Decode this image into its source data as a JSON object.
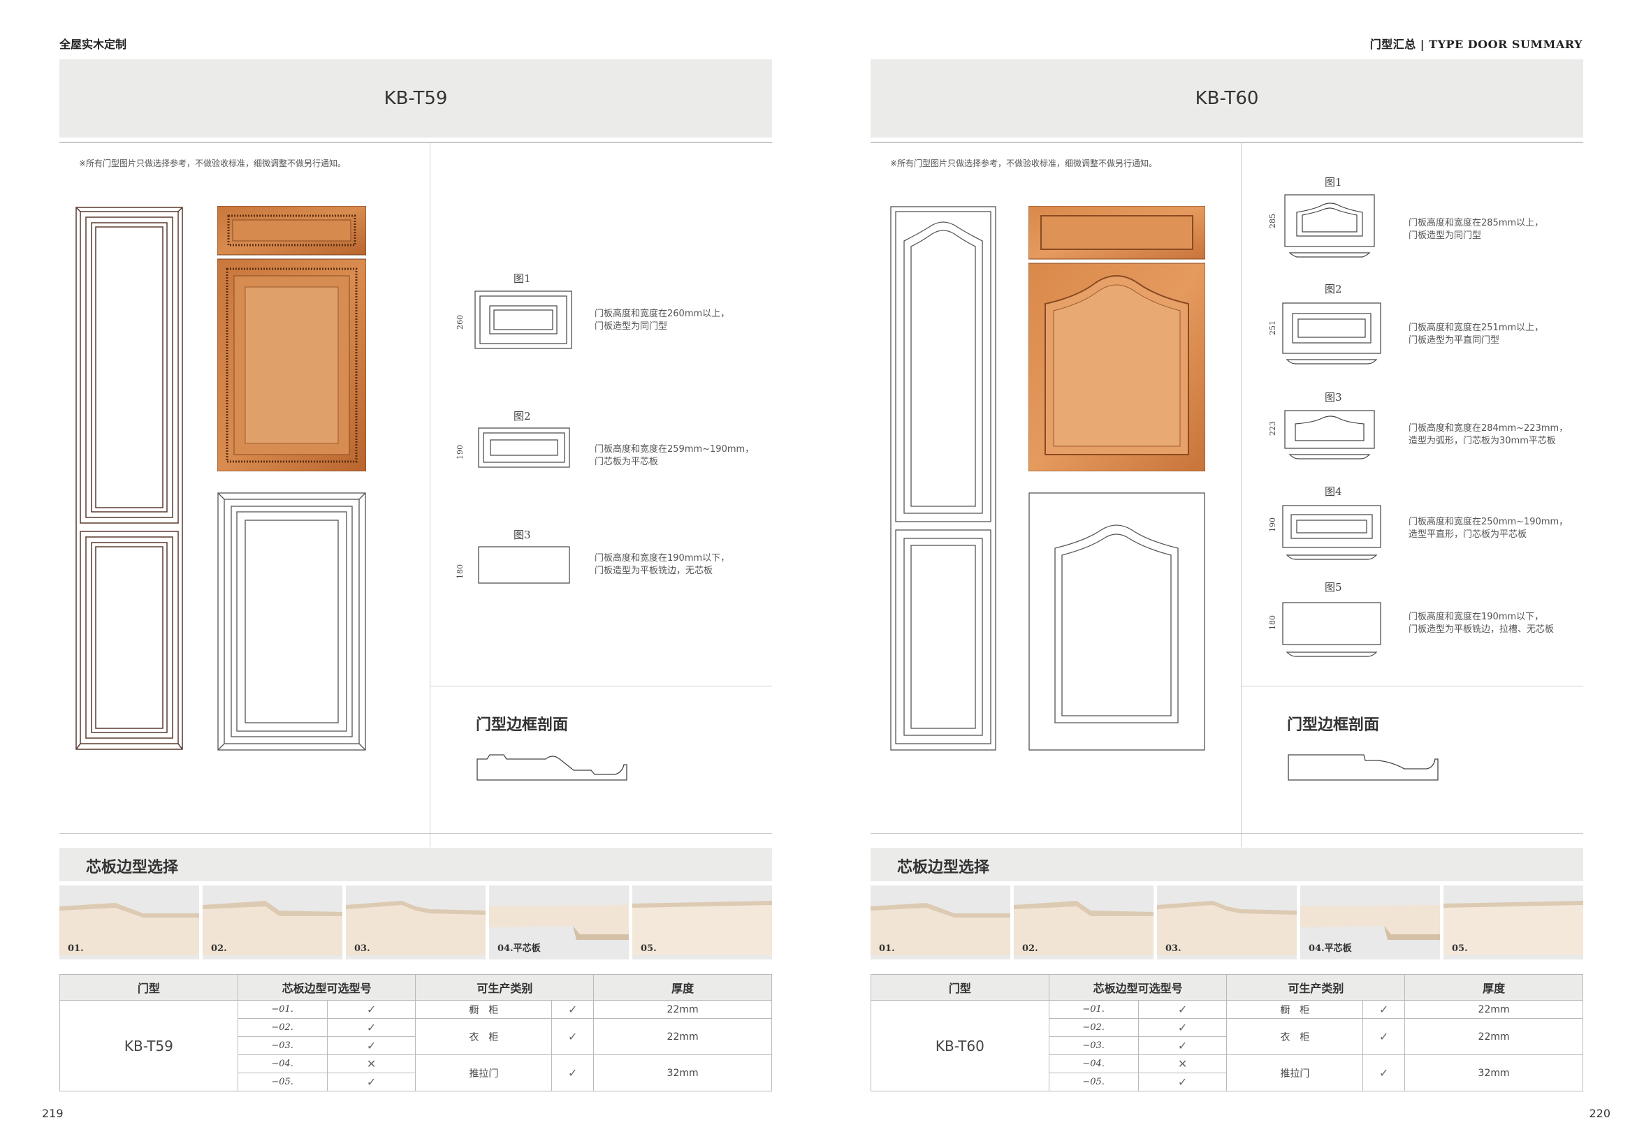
{
  "header": {
    "brand": "全屋实木定制",
    "section": "门型汇总 | TYPE DOOR SUMMARY"
  },
  "pages": [
    {
      "model": "KB-T59",
      "note": "※所有门型图片只做选择参考，不做验收标准，细微调整不做另行通知。",
      "figures": [
        {
          "label": "图1",
          "dim": "260",
          "desc1": "门板高度和宽度在260mm以上，",
          "desc2": "门板造型为同门型"
        },
        {
          "label": "图2",
          "dim": "190",
          "desc1": "门板高度和宽度在259mm~190mm，",
          "desc2": "门芯板为平芯板"
        },
        {
          "label": "图3",
          "dim": "180",
          "desc1": "门板高度和宽度在190mm以下，",
          "desc2": "门板造型为平板铣边，无芯板"
        }
      ],
      "profile_title": "门型边框剖面",
      "edge_title": "芯板边型选择",
      "swatches": [
        "01.",
        "02.",
        "03.",
        "04.平芯板",
        "05."
      ],
      "table": {
        "headers": [
          "门型",
          "芯板边型可选型号",
          "可生产类别",
          "厚度"
        ],
        "codes": [
          "−01.",
          "−02.",
          "−03.",
          "−04.",
          "−05."
        ],
        "code_marks": [
          "✓",
          "✓",
          "✓",
          "✕",
          "✓"
        ],
        "categories": [
          "橱　柜",
          "衣　柜",
          "推拉门"
        ],
        "category_marks": [
          "✓",
          "✓",
          "✓"
        ],
        "thickness": [
          "22mm",
          "22mm",
          "32mm"
        ]
      },
      "page_number": "219"
    },
    {
      "model": "KB-T60",
      "note": "※所有门型图片只做选择参考，不做验收标准，细微调整不做另行通知。",
      "figures": [
        {
          "label": "图1",
          "dim": "285",
          "desc1": "门板高度和宽度在285mm以上，",
          "desc2": "门板造型为同门型"
        },
        {
          "label": "图2",
          "dim": "251",
          "desc1": "门板高度和宽度在251mm以上，",
          "desc2": "门板造型为平直同门型"
        },
        {
          "label": "图3",
          "dim": "223",
          "desc1": "门板高度和宽度在284mm~223mm，",
          "desc2": "造型为弧形，门芯板为30mm平芯板"
        },
        {
          "label": "图4",
          "dim": "190",
          "desc1": "门板高度和宽度在250mm~190mm，",
          "desc2": "造型平直形，门芯板为平芯板"
        },
        {
          "label": "图5",
          "dim": "180",
          "desc1": "门板高度和宽度在190mm以下，",
          "desc2": "门板造型为平板铣边，拉槽、无芯板"
        }
      ],
      "profile_title": "门型边框剖面",
      "edge_title": "芯板边型选择",
      "swatches": [
        "01.",
        "02.",
        "03.",
        "04.平芯板",
        "05."
      ],
      "table": {
        "headers": [
          "门型",
          "芯板边型可选型号",
          "可生产类别",
          "厚度"
        ],
        "codes": [
          "−01.",
          "−02.",
          "−03.",
          "−04.",
          "−05."
        ],
        "code_marks": [
          "✓",
          "✓",
          "✓",
          "✕",
          "✓"
        ],
        "categories": [
          "橱　柜",
          "衣　柜",
          "推拉门"
        ],
        "category_marks": [
          "✓",
          "✓",
          "✓"
        ],
        "thickness": [
          "22mm",
          "22mm",
          "32mm"
        ]
      },
      "page_number": "220"
    }
  ]
}
